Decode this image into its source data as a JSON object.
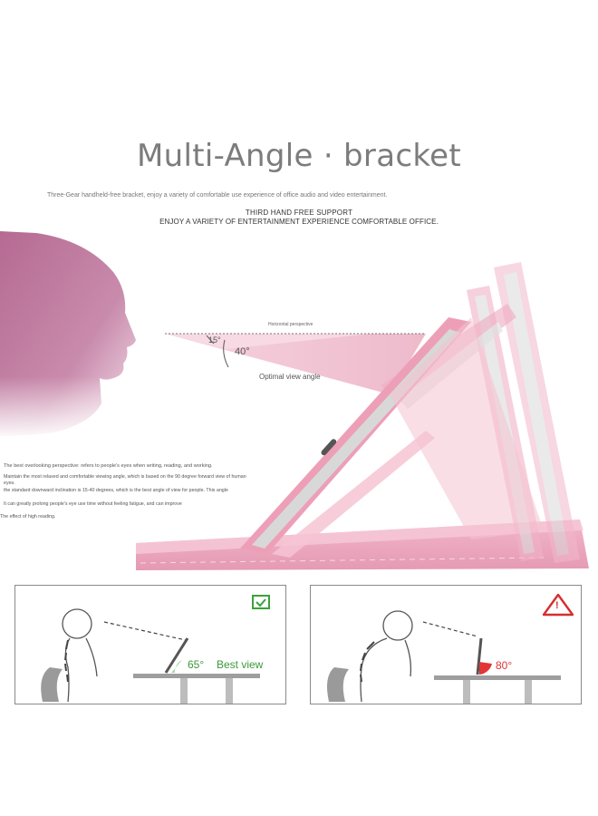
{
  "heading": {
    "title": "Multi-Angle · bracket",
    "subtitle": "Three-Gear handheld-free bracket, enjoy a variety of comfortable use experience of office audio and video entertainment.",
    "caps_line1": "THIRD HAND FREE SUPPORT",
    "caps_line2": "ENJOY A VARIETY OF ENTERTAINMENT EXPERIENCE COMFORTABLE OFFICE."
  },
  "diagram": {
    "horizontal_label": "Horizontal perspective",
    "angle_small": "15°",
    "angle_large": "40°",
    "optimal_label": "Optimal view angle"
  },
  "description": {
    "line1": "The best overlooking perspective: refers to people's eyes when writing, reading, and working.",
    "line2a": "Maintain the most relaxed and comfortable viewing angle, which is based on the 90 degree forward view of human",
    "line2b": "eyes.",
    "line3": "the standard downward inclination is 15-40 degrees, which is the best angle of view for people. This angle",
    "line4": "It can greatly prolong people's eye use time without feeling fatigue, and can improve",
    "line5": "The effect of high reading."
  },
  "panels": {
    "good": {
      "angle": "65°",
      "label": "Best view",
      "color": "#3a9a3a"
    },
    "bad": {
      "angle": "80°",
      "warning_glyph": "!",
      "color": "#e23535"
    }
  },
  "colors": {
    "pink": "#f2b6c8",
    "pink_dark": "#d98aa5",
    "head": "#b86b95"
  }
}
